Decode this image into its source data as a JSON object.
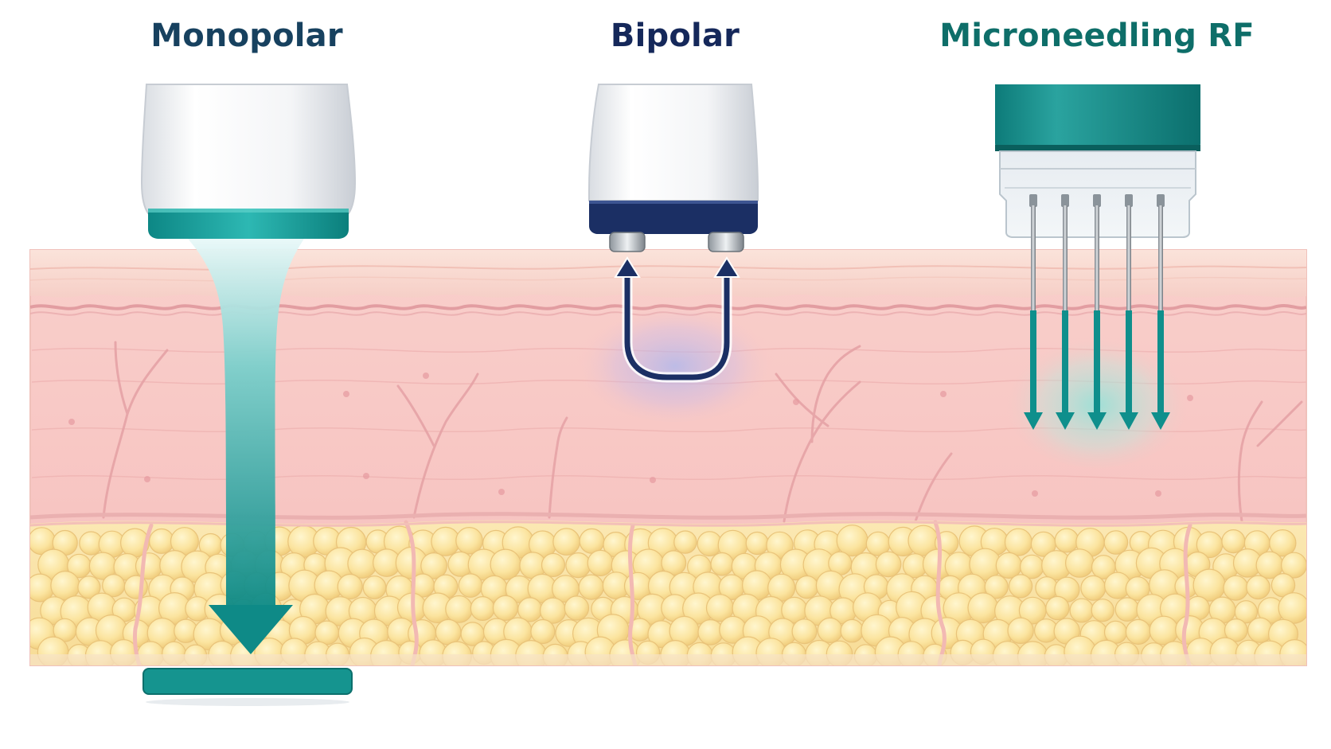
{
  "diagram": {
    "panels": [
      {
        "id": "monopolar",
        "title": "Monopolar"
      },
      {
        "id": "bipolar",
        "title": "Bipolar"
      },
      {
        "id": "microneedling",
        "title": "Microneedling RF"
      }
    ],
    "colors": {
      "monopolar_title": "#17415f",
      "bipolar_title": "#15285a",
      "microneedling_title": "#0e6e69",
      "teal": "#0f8f8c",
      "navy": "#1a2f63",
      "skin": "#f8c6c3",
      "epidermis": "#f6d2ca",
      "fat": "#f5d98c"
    }
  }
}
